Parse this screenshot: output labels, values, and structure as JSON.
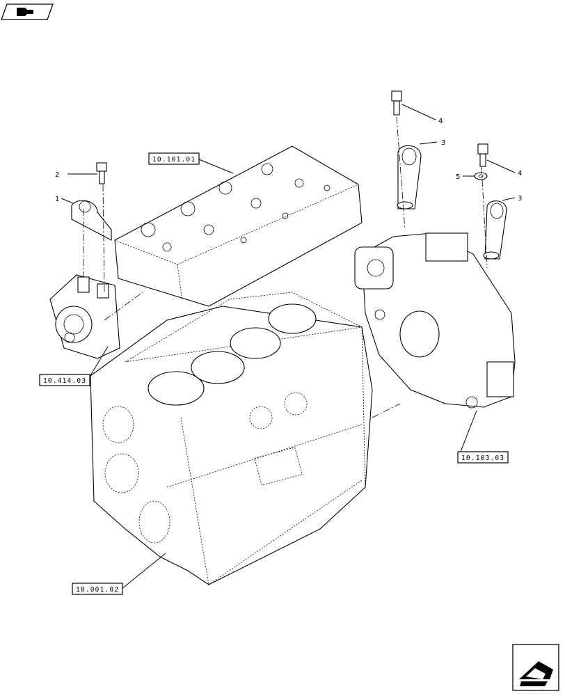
{
  "header": {
    "icon": "book-arrow-icon"
  },
  "footer": {
    "icon": "next-page-arrow-icon"
  },
  "references": {
    "cylinder_head": "10.101.01",
    "water_pump": "10.414.03",
    "flywheel_housing": "10.103.03",
    "engine_block": "10.001.02"
  },
  "callouts": {
    "lifting_bracket": "1",
    "bracket_screw": "2",
    "lifting_eye_rear_upper": "3",
    "lifting_eye_rear_lower": "3",
    "eye_screw_upper": "4",
    "eye_screw_lower": "4",
    "washer": "5"
  }
}
